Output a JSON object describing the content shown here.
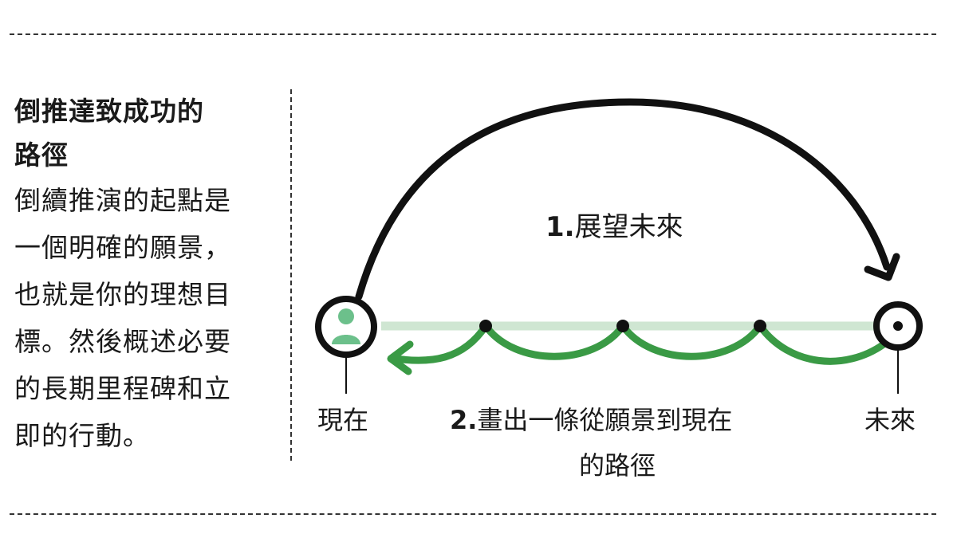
{
  "sidebar": {
    "title_lines": [
      "倒推達致成功的",
      "路徑"
    ],
    "body_lines": [
      "倒續推演的起點是",
      "一個明確的願景，",
      "也就是你的理想目",
      "標。然後概述必要",
      "的長期里程碑和立",
      "即的行動。"
    ]
  },
  "diagram": {
    "step1": {
      "number": "1.",
      "text": "展望未來"
    },
    "step2": {
      "number": "2.",
      "line1": "畫出一條從願景到現在",
      "line2": "的路徑"
    },
    "present_label": "現在",
    "future_label": "未來",
    "milestones": 3,
    "icons": {
      "present": "person-icon",
      "future": "target-icon"
    }
  },
  "colors": {
    "dark": "#111111",
    "green": "#3a9a45",
    "light_green": "#cfe6d2",
    "avatar_green": "#6cc08b",
    "rule": "#333333"
  }
}
